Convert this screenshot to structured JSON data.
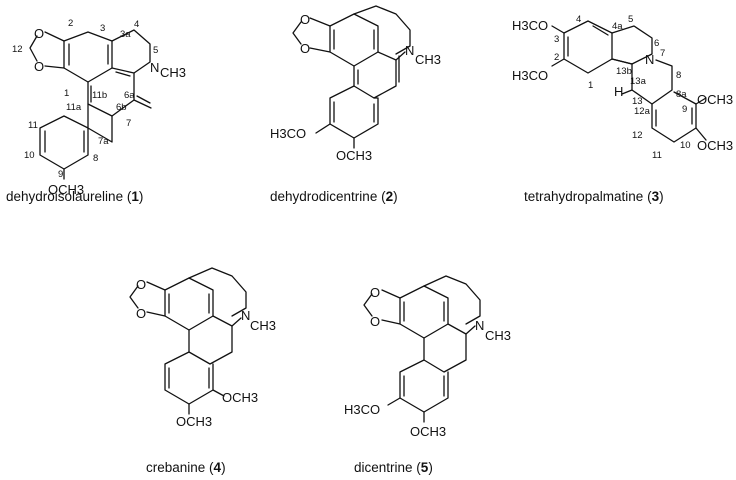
{
  "compounds": [
    {
      "name": "dehydroisolaureline",
      "number": "1",
      "groups": {
        "n_methyl": "CH3",
        "methoxy": "OCH3"
      },
      "locants": [
        "2",
        "3",
        "3a",
        "4",
        "5",
        "12",
        "1",
        "11b",
        "6b",
        "6a",
        "7",
        "11a",
        "11",
        "7a",
        "10",
        "9",
        "8"
      ]
    },
    {
      "name": "dehydrodicentrine",
      "number": "2",
      "groups": {
        "n_methyl": "CH3",
        "methoxy_a": "H3CO",
        "methoxy_b": "OCH3"
      }
    },
    {
      "name": "tetrahydropalmatine",
      "number": "3",
      "groups": {
        "methoxy_3": "H3CO",
        "methoxy_2": "H3CO",
        "methoxy_9": "OCH3",
        "methoxy_10": "OCH3",
        "h": "H"
      },
      "locants": [
        "4",
        "4a",
        "5",
        "6",
        "3",
        "2",
        "7",
        "13b",
        "13a",
        "8",
        "1",
        "8a",
        "13",
        "12a",
        "9",
        "12",
        "10",
        "11"
      ]
    },
    {
      "name": "crebanine",
      "number": "4",
      "groups": {
        "n_methyl": "CH3",
        "methoxy_a": "OCH3",
        "methoxy_b": "OCH3"
      }
    },
    {
      "name": "dicentrine",
      "number": "5",
      "groups": {
        "n_methyl": "CH3",
        "methoxy_a": "H3CO",
        "methoxy_b": "OCH3"
      }
    }
  ],
  "atoms": {
    "nitrogen": "N",
    "oxygen": "O"
  }
}
